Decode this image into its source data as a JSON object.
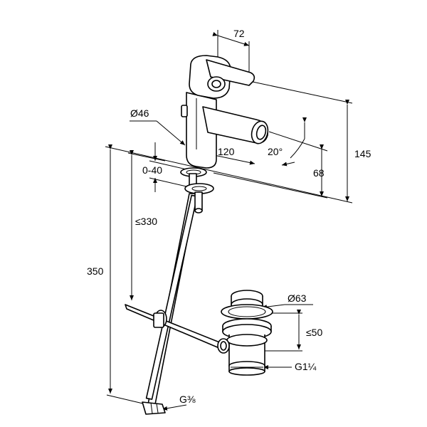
{
  "dimensions": {
    "width_top": "72",
    "spout_height": "145",
    "outlet_height": "68",
    "spout_diameter": "Ø46",
    "reach": "120",
    "swivel_angle": "20°",
    "deck_thickness": "0-40",
    "hose_length_max": "≤330",
    "total_length": "350",
    "waste_diameter": "Ø63",
    "waste_lift": "≤50",
    "waste_thread": "G1¼",
    "connection_thread": "G⅜"
  },
  "colors": {
    "line": "#000000",
    "background": "#ffffff"
  }
}
